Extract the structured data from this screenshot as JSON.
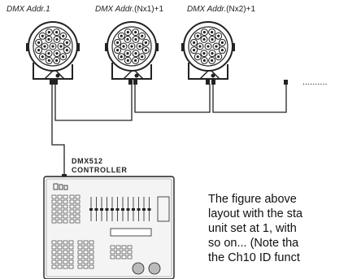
{
  "labels": {
    "fixture_1": {
      "prefix": "DMX Addr.",
      "suffix": "1"
    },
    "fixture_2": {
      "prefix": "DMX Addr.",
      "suffix": "(Nx1)+1"
    },
    "fixture_3": {
      "prefix": "DMX Addr.",
      "suffix": "(Nx2)+1"
    }
  },
  "continuation": "..........",
  "controller": {
    "line1": "DMX512",
    "line2": "CONTROLLER"
  },
  "description": {
    "lines": [
      "The figure above",
      "layout with the sta",
      "unit set at 1, with",
      "so on...  (Note tha",
      "the Ch10 ID funct"
    ]
  },
  "colors": {
    "ink": "#222222",
    "panel": "#f4f4f4",
    "fixture": "#ffffff"
  }
}
